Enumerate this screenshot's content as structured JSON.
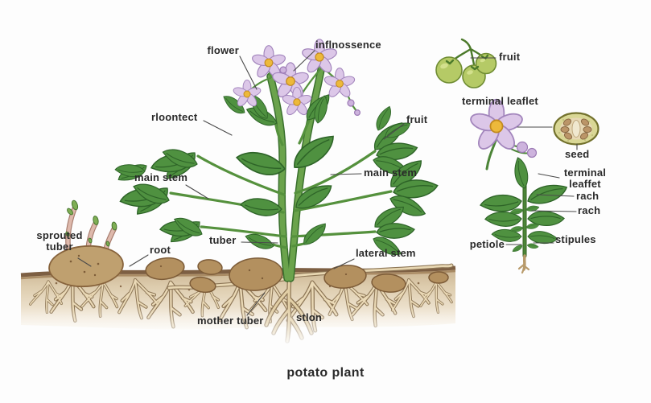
{
  "diagram": {
    "caption": "potato plant",
    "labels": {
      "flower": "flower",
      "inflorescence": "inflnossence",
      "rloontect": "rloontect",
      "fruit_main": "fruit",
      "main_stem_left": "main stem",
      "main_stem_right": "main stem",
      "sprouted_tuber": "sprouted\ntuber",
      "root": "root",
      "tuber": "tuber",
      "lateral_stem": "lateral stem",
      "mother_tuber": "mother tuber",
      "stolon": "stlon",
      "fruit_side": "fruit",
      "terminal_leaflet_flower": "terminal leaflet",
      "seed": "seed",
      "terminal_leaflet_leaf": "terminal\nleaffet",
      "rachis_upper": "rach",
      "rachis_lower": "rach",
      "petiole": "petiole",
      "stipules": "stipules"
    },
    "colors": {
      "leaf_green": "#4f9140",
      "leaf_outline": "#2e6428",
      "stem_green": "#6ba34c",
      "flower_petal": "#dcc7e8",
      "flower_center": "#edb93b",
      "tuber_brown": "#b3905f",
      "soil_band": "#7d5f43",
      "soil_fill": "#e9dcc8",
      "root_cream": "#ead9b6",
      "sprout_pink": "#deb9ac",
      "berry_green": "#b5ca66",
      "label_text": "#2a2a2a"
    }
  }
}
